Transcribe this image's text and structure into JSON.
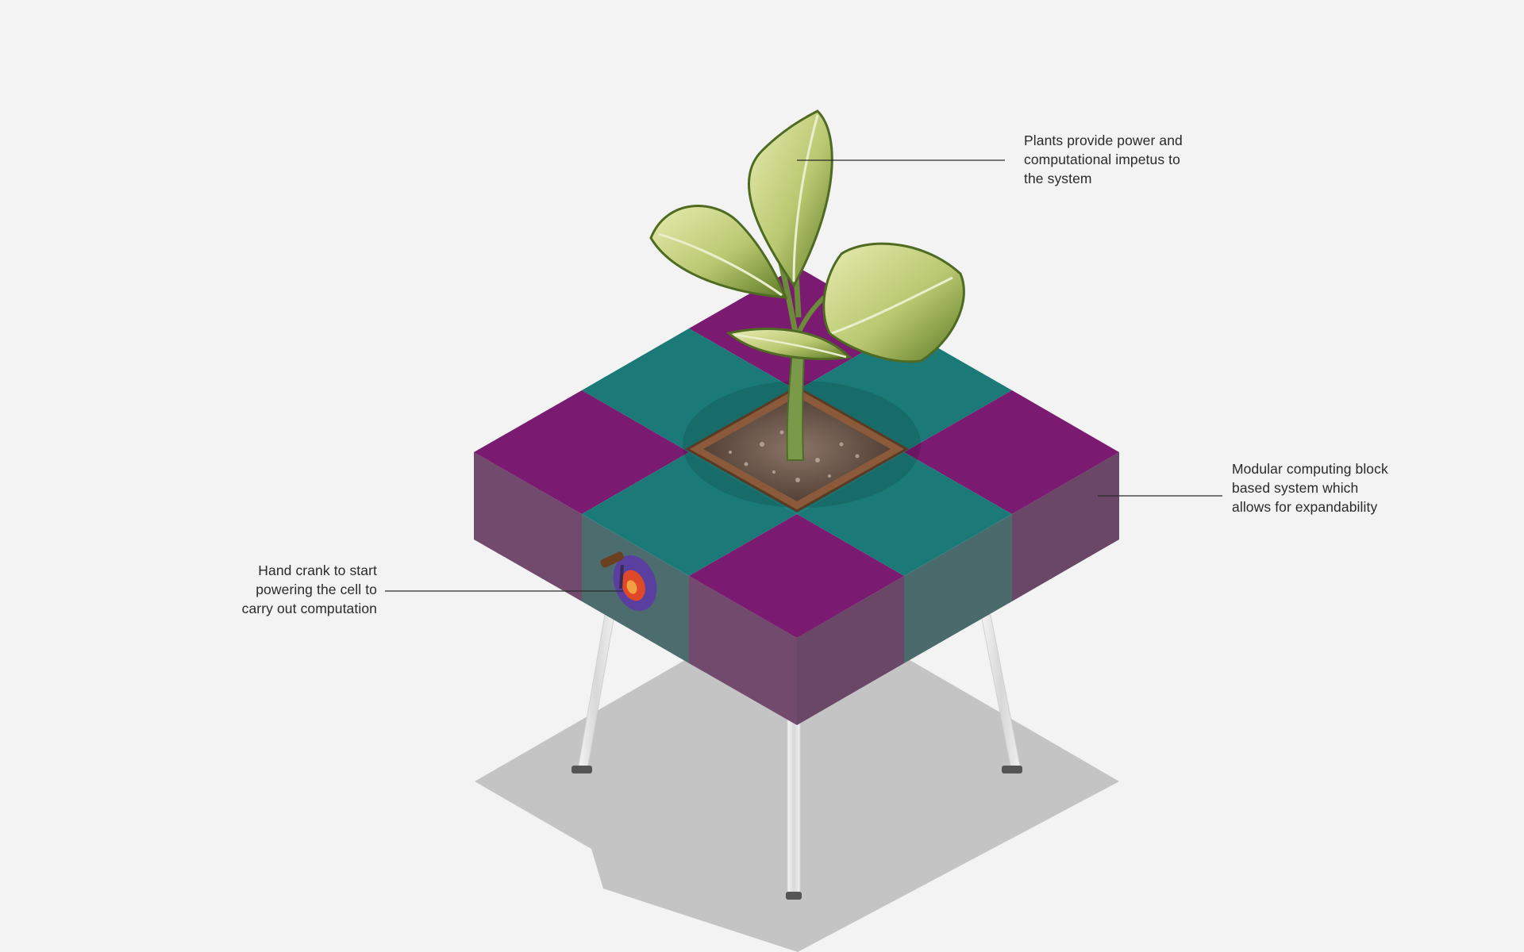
{
  "diagram": {
    "callouts": {
      "plant": "Plants provide power and\ncomputational impetus to\nthe system",
      "modular": "Modular computing block\nbased system which\nallows for expandability",
      "crank": "Hand crank to start\npowering the cell to\ncarry out computation"
    }
  },
  "colors": {
    "background": "#f3f3f3",
    "purple_top": "#7a1a70",
    "teal_top": "#1b7a78",
    "purple_side": "#724a6e",
    "teal_side": "#4d6c6e",
    "leader_line": "#2a2a2a"
  }
}
